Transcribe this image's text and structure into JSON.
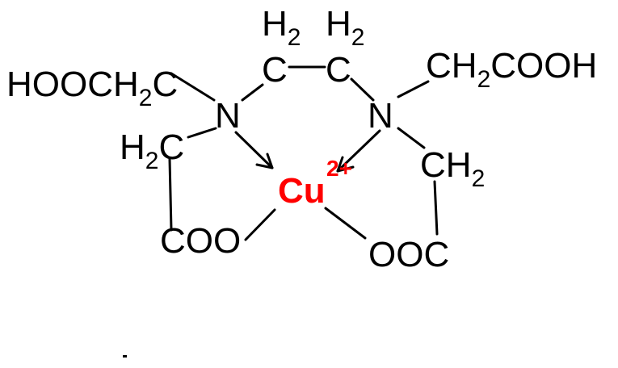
{
  "colors": {
    "metal": "#ff0000",
    "ink": "#000000",
    "background": "#ffffff"
  },
  "labels": {
    "hooc": {
      "main": "HOOCH",
      "sub": "2",
      "tail": "C"
    },
    "ch2_left_top": {
      "h": "H",
      "sub": "2",
      "c": "C"
    },
    "ch2_right_top": {
      "h": "H",
      "sub": "2",
      "c": "C"
    },
    "cooh_right": {
      "main": "CH",
      "sub": "2",
      "tail": "COOH"
    },
    "n_left": "N",
    "n_right": "N",
    "h2c_left": {
      "main": "H",
      "sub": "2",
      "tail": "C"
    },
    "ch2_right": {
      "main": "CH",
      "sub": "2"
    },
    "coo_left": "COO",
    "ooc_right": "OOC",
    "metal": "Cu",
    "charge": "2+"
  }
}
